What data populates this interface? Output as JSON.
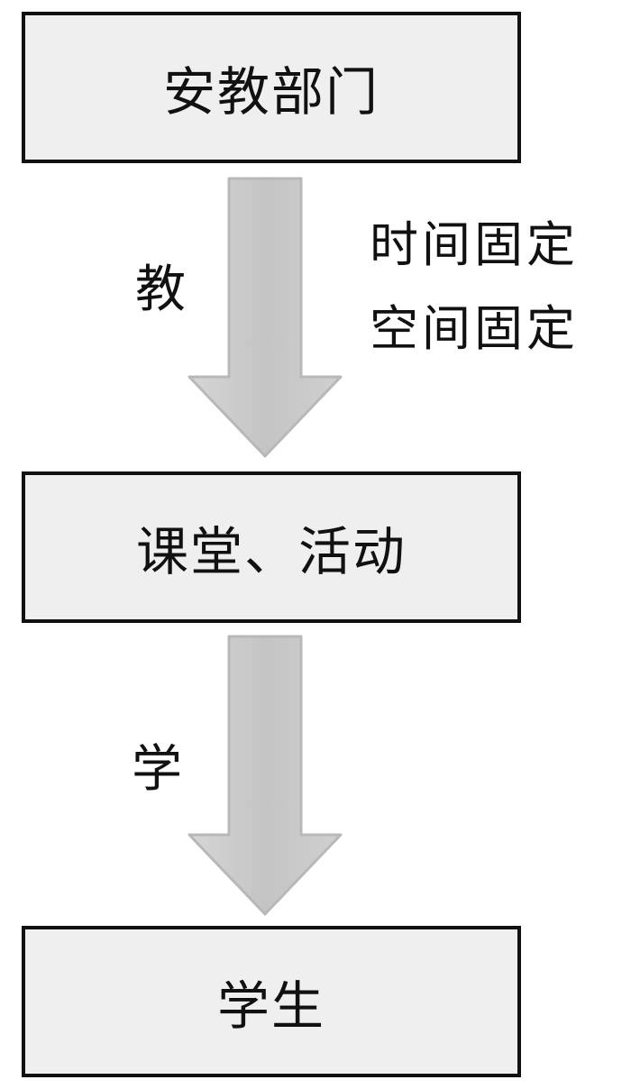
{
  "boxes": {
    "top": "安教部门",
    "middle": "课堂、活动",
    "bottom": "学生"
  },
  "arrows": {
    "first_label": "教",
    "second_label": "学"
  },
  "notes": {
    "line1": "时间固定",
    "line2": "空间固定"
  },
  "colors": {
    "box_fill": "#efefef",
    "box_border": "#111111",
    "arrow_fill": "#c8c8c8",
    "arrow_edge": "#b3b3b3"
  }
}
